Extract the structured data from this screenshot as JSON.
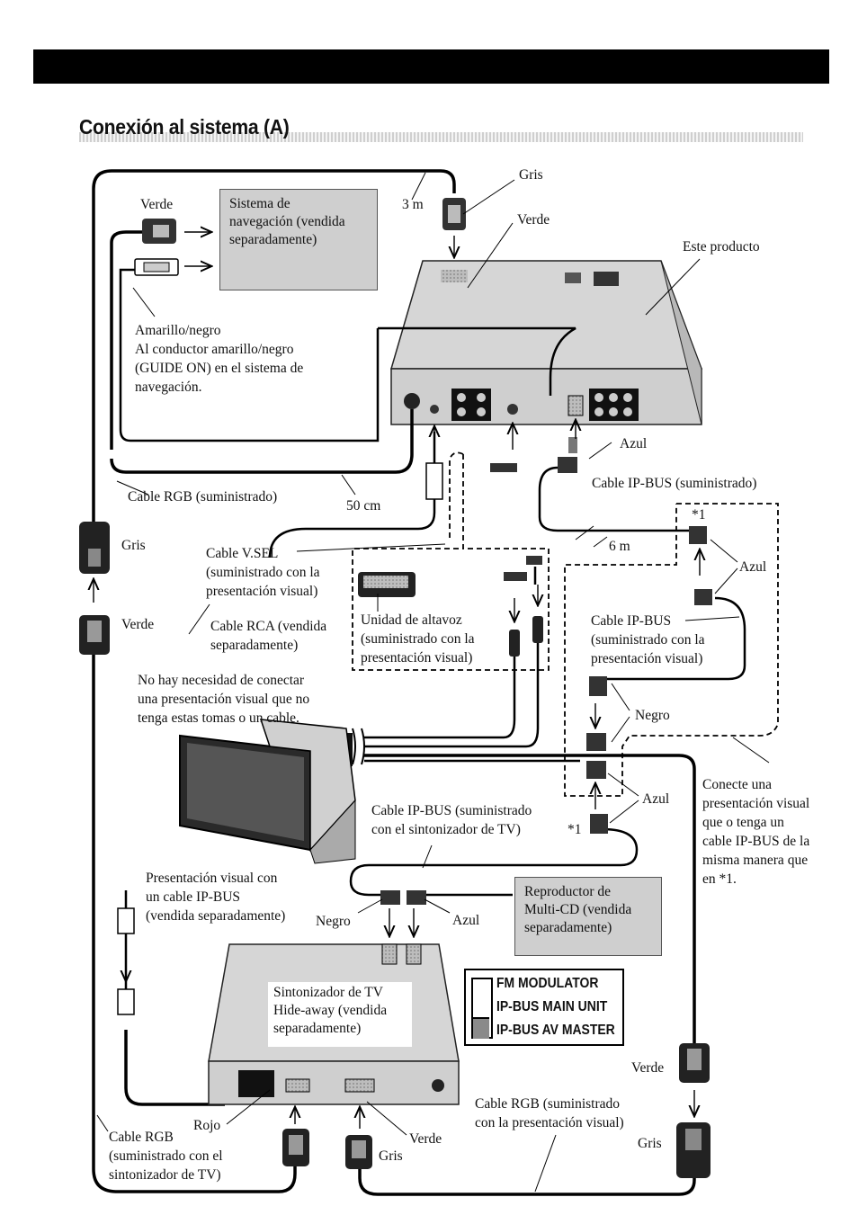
{
  "title": "Conexión al sistema (A)",
  "nav_box": {
    "lines": [
      "Sistema de",
      "navegación (vendida",
      "separadamente)"
    ]
  },
  "multicd_box": {
    "lines": [
      "Reproductor de",
      "Multi-CD (vendida",
      "separadamente)"
    ]
  },
  "tuner_label": {
    "lines": [
      "Sintonizador de TV",
      "Hide-away (vendida",
      "separadamente)"
    ]
  },
  "legend": {
    "fm": "FM MODULATOR",
    "main": "IP-BUS MAIN UNIT",
    "av": "IP-BUS AV MASTER"
  },
  "labels": {
    "verde_top_left": "Verde",
    "gris_top": "Gris",
    "three_m": "3 m",
    "verde_top": "Verde",
    "este_producto": "Este producto",
    "amarillo_1": "Amarillo/negro",
    "amarillo_2": "Al conductor amarillo/negro",
    "amarillo_3": "(GUIDE ON) en el sistema de",
    "amarillo_4": "navegación.",
    "azul_1": "Azul",
    "cable_rgb_1": "Cable RGB (suministrado)",
    "fifty_cm": "50 cm",
    "cable_ipbus_1": "Cable IP-BUS (suministrado)",
    "star1_a": "*1",
    "six_m": "6 m",
    "gris_left": "Gris",
    "vsel_1": "Cable V.SEL",
    "vsel_2": "(suministrado con la",
    "vsel_3": "presentación visual)",
    "azul_2": "Azul",
    "verde_left": "Verde",
    "rca_1": "Cable RCA (vendida",
    "rca_2": "separadamente)",
    "altavoz_1": "Unidad de altavoz",
    "altavoz_2": "(suministrado con la",
    "altavoz_3": "presentación visual)",
    "ipbus2_1": "Cable IP-BUS",
    "ipbus2_2": "(suministrado con la",
    "ipbus2_3": "presentación visual)",
    "nohay_1": "No hay necesidad de conectar",
    "nohay_2": "una presentación visual que no",
    "nohay_3": "tenga estas tomas o un cable.",
    "negro_1": "Negro",
    "conecte_1": "Conecte una",
    "conecte_2": "presentación visual",
    "conecte_3": "que o tenga un",
    "conecte_4": "cable IP-BUS de la",
    "conecte_5": "misma manera que",
    "conecte_6": "en *1.",
    "azul_3": "Azul",
    "ipbus3_1": "Cable IP-BUS (suministrado",
    "ipbus3_2": "con el sintonizador de TV)",
    "star1_b": "*1",
    "pres_1": "Presentación visual con",
    "pres_2": "un cable IP-BUS",
    "pres_3": "(vendida separadamente)",
    "negro_2": "Negro",
    "azul_4": "Azul",
    "verde_right": "Verde",
    "rgb3_1": "Cable RGB (suministrado",
    "rgb3_2": "con la presentación visual)",
    "rojo": "Rojo",
    "verde_bottom": "Verde",
    "gris_right": "Gris",
    "rgb2_1": "Cable RGB",
    "rgb2_2": "(suministrado con el",
    "rgb2_3": "sintonizador de TV)",
    "gris_bottom": "Gris"
  }
}
